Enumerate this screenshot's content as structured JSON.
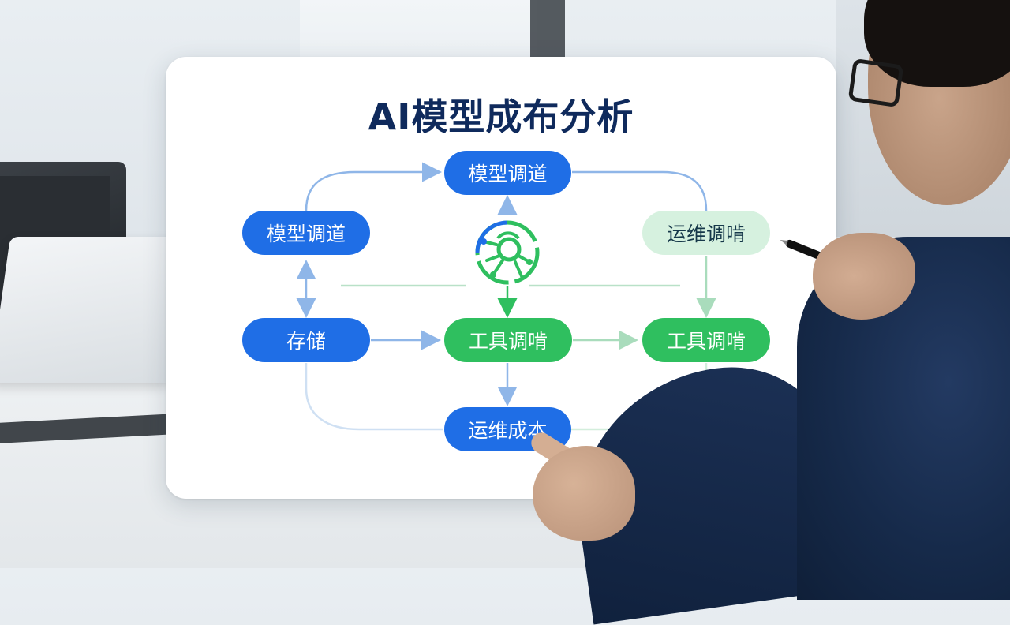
{
  "board": {
    "title": "AI模型成布分析"
  },
  "nodes": {
    "top": "模型调道",
    "left_upper": "模型调道",
    "right_upper": "运维调啃",
    "left_middle": "存储",
    "center_middle": "工具调啃",
    "right_middle": "工具调啃",
    "bottom": "运维成本"
  },
  "colors": {
    "title": "#0f2a5c",
    "node_blue": "#1f6ee6",
    "node_green": "#2fbf5f",
    "node_mint": "#d6f1df",
    "arrow_blue": "#8fb6e8",
    "arrow_green": "#2fbf5f"
  },
  "icons": {
    "center": "ai-network-gear-icon"
  }
}
